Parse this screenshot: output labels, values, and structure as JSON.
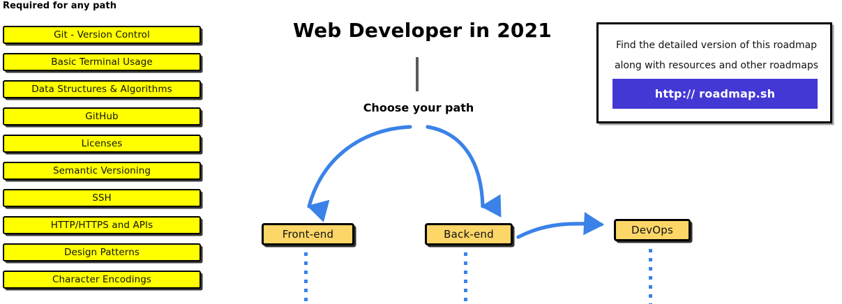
{
  "colors": {
    "required_box_fill": "#ffff00",
    "path_box_fill": "#fcd667",
    "arrow_blue": "#3b82e8",
    "url_button_bg": "#4338d4",
    "trunk_gray": "#5a5a5a",
    "border_black": "#000000",
    "page_background": "#ffffff"
  },
  "required_column": {
    "heading": "Required for any path",
    "items": [
      {
        "label": "Git - Version Control"
      },
      {
        "label": "Basic Terminal Usage"
      },
      {
        "label": "Data Structures & Algorithms"
      },
      {
        "label": "GitHub"
      },
      {
        "label": "Licenses"
      },
      {
        "label": "Semantic Versioning"
      },
      {
        "label": "SSH"
      },
      {
        "label": "HTTP/HTTPS and APIs"
      },
      {
        "label": "Design Patterns"
      },
      {
        "label": "Character Encodings"
      }
    ]
  },
  "roadmap": {
    "title": "Web Developer in 2021",
    "choose_label": "Choose your path",
    "paths": [
      {
        "label": "Front-end"
      },
      {
        "label": "Back-end"
      },
      {
        "label": "DevOps"
      }
    ]
  },
  "info_box": {
    "line1": "Find the detailed version of this roadmap",
    "line2": "along with resources and other roadmaps",
    "url_label": "http:// roadmap.sh"
  }
}
